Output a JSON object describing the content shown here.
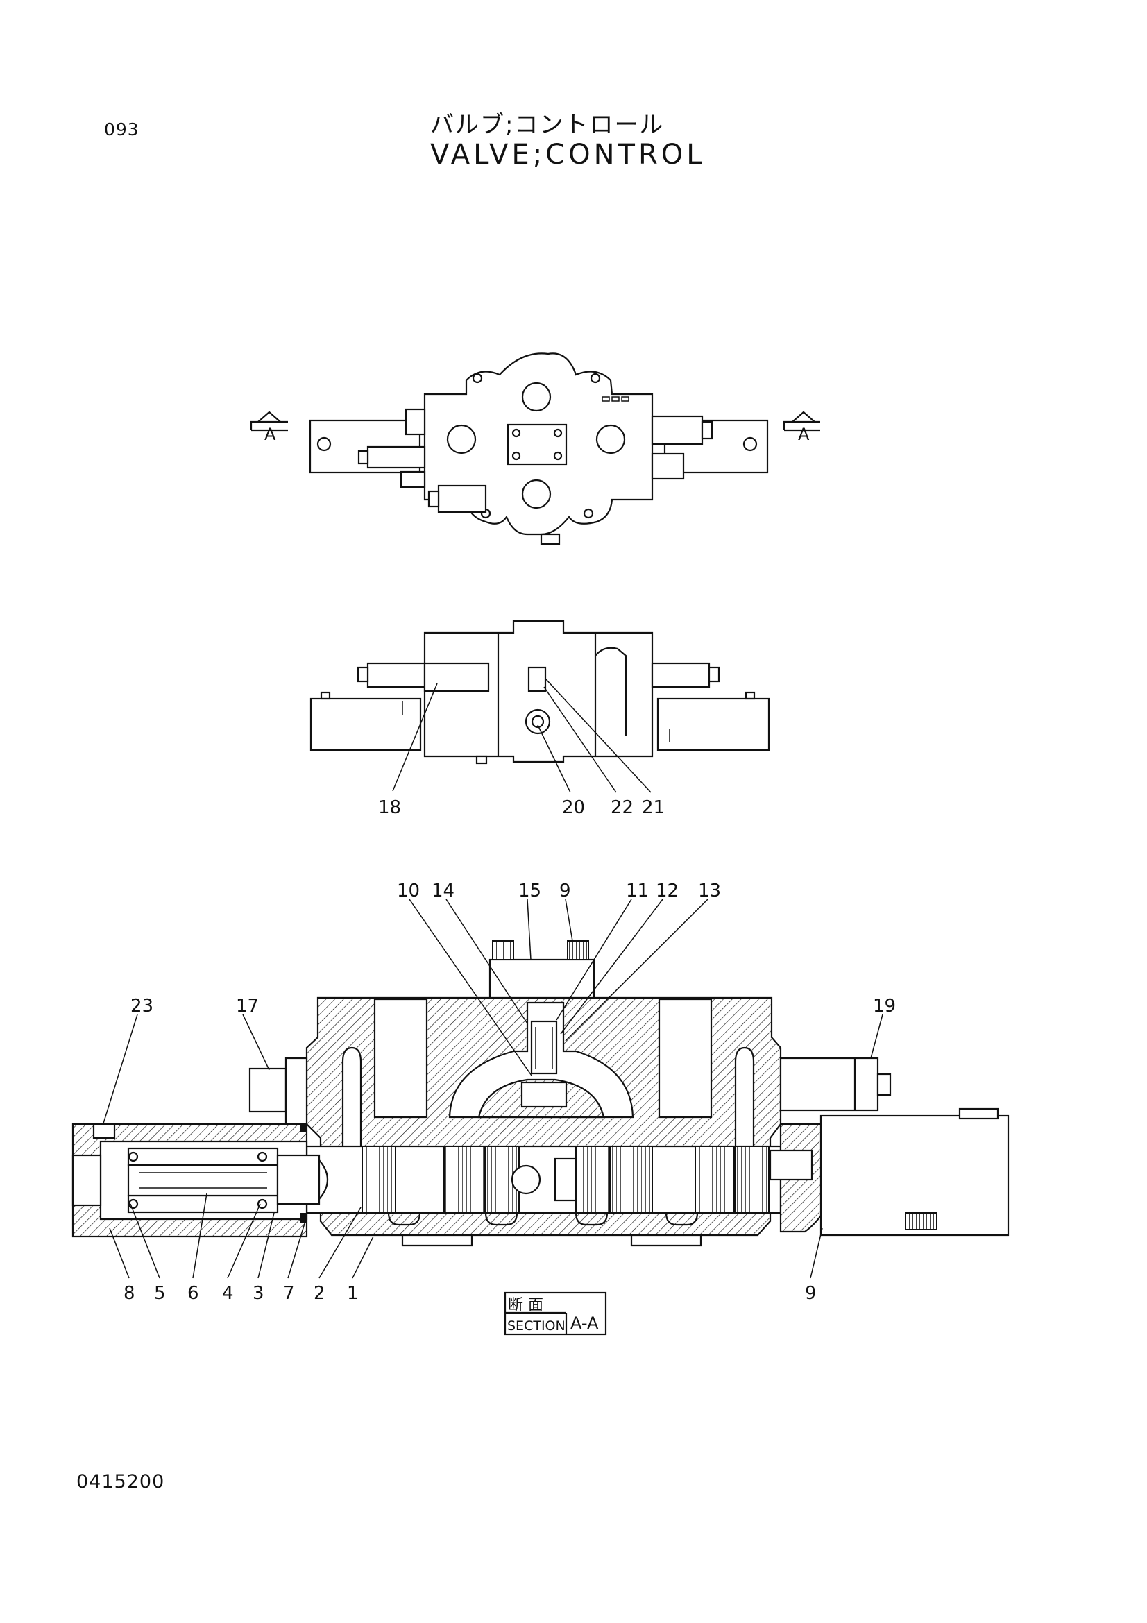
{
  "header": {
    "page_code": "093",
    "title_jp": "バルブ;コントロール",
    "title_en": "VALVE;CONTROL"
  },
  "footer": {
    "drawing_number": "0415200"
  },
  "top_view": {
    "section_marker_left": "A",
    "section_marker_right": "A"
  },
  "side_view": {
    "callouts": [
      "18",
      "20",
      "22",
      "21"
    ]
  },
  "section_view": {
    "callouts_top": [
      "10",
      "14",
      "15",
      "9",
      "11",
      "12",
      "13",
      "23",
      "17",
      "19"
    ],
    "callouts_bottom": [
      "8",
      "5",
      "6",
      "4",
      "3",
      "7",
      "2",
      "1",
      "9"
    ],
    "section_label_jp": "断 面",
    "section_label_en": "SECTION",
    "section_id": "A-A"
  }
}
